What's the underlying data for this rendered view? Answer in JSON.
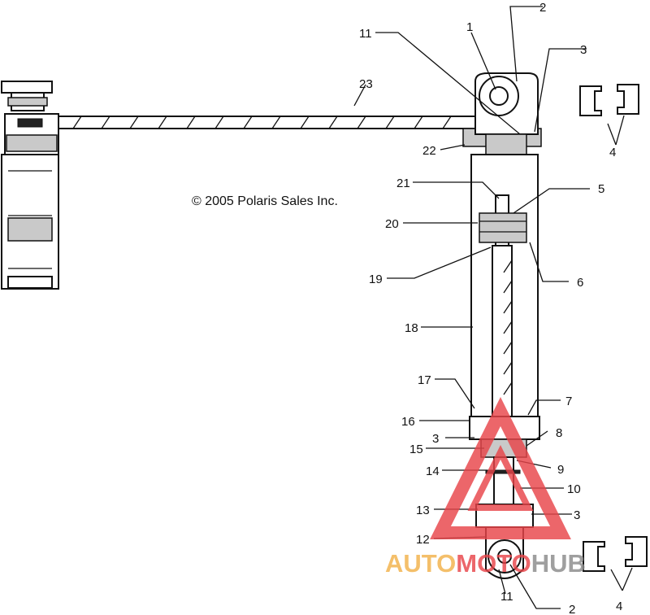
{
  "copyright": "© 2005 Polaris Sales Inc.",
  "callouts": [
    {
      "id": "c1",
      "text": "1"
    },
    {
      "id": "c2-top",
      "text": "2"
    },
    {
      "id": "c3-top",
      "text": "3"
    },
    {
      "id": "c4-top",
      "text": "4"
    },
    {
      "id": "c5",
      "text": "5"
    },
    {
      "id": "c6",
      "text": "6"
    },
    {
      "id": "c7",
      "text": "7"
    },
    {
      "id": "c8",
      "text": "8"
    },
    {
      "id": "c9",
      "text": "9"
    },
    {
      "id": "c10",
      "text": "10"
    },
    {
      "id": "c11-top",
      "text": "11"
    },
    {
      "id": "c12",
      "text": "12"
    },
    {
      "id": "c13",
      "text": "13"
    },
    {
      "id": "c14",
      "text": "14"
    },
    {
      "id": "c15",
      "text": "15"
    },
    {
      "id": "c16",
      "text": "16"
    },
    {
      "id": "c17",
      "text": "17"
    },
    {
      "id": "c18",
      "text": "18"
    },
    {
      "id": "c19",
      "text": "19"
    },
    {
      "id": "c20",
      "text": "20"
    },
    {
      "id": "c21",
      "text": "21"
    },
    {
      "id": "c22",
      "text": "22"
    },
    {
      "id": "c23",
      "text": "23"
    },
    {
      "id": "c3-mid",
      "text": "3"
    },
    {
      "id": "c3-low",
      "text": "3"
    },
    {
      "id": "c11-bot",
      "text": "11"
    },
    {
      "id": "c2-bot",
      "text": "2"
    },
    {
      "id": "c4-bot",
      "text": "4"
    }
  ],
  "watermark": {
    "part1": "AUTO",
    "part2": "MOTO",
    "part3": "HUB",
    "colors": {
      "orange": "#f2b24a",
      "red": "#e8454a",
      "gray": "#8a8a8a"
    }
  }
}
